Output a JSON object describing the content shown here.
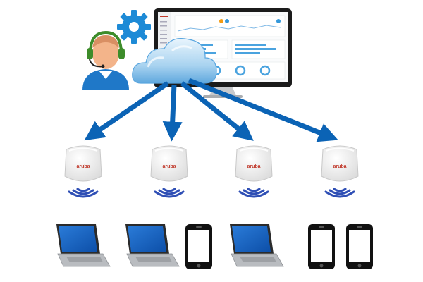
{
  "colors": {
    "arrow": "#0b63b5",
    "cloud_light": "#dbeefb",
    "cloud_mid": "#9fcdee",
    "cloud_dark": "#5aa6df",
    "gear": "#1d8ad6",
    "agent_shirt": "#1f78c8",
    "agent_face": "#f3b48a",
    "headset": "#3d8c2a",
    "monitor_bezel": "#1b1b1b",
    "monitor_stand": "#c7c9cc",
    "ap_body": "#f1f1f1",
    "wifi_wave": "#2f4fb5",
    "laptop_screen": "#1466c8",
    "laptop_body": "#b9bcc0",
    "phone_body": "#111111"
  },
  "icons": {
    "agent": "support-agent-icon",
    "gear": "gear-icon",
    "cloud": "cloud-icon",
    "monitor": "monitor-dashboard-icon",
    "access_point": "access-point-icon",
    "wifi": "wifi-signal-icon",
    "laptop": "laptop-icon",
    "phone": "smartphone-icon"
  },
  "access_points": [
    {
      "brand": "aruba"
    },
    {
      "brand": "aruba"
    },
    {
      "brand": "aruba"
    },
    {
      "brand": "aruba"
    }
  ],
  "client_devices": [
    {
      "type": "laptop"
    },
    {
      "type": "laptop"
    },
    {
      "type": "phone"
    },
    {
      "type": "laptop"
    },
    {
      "type": "phone"
    },
    {
      "type": "phone"
    }
  ]
}
